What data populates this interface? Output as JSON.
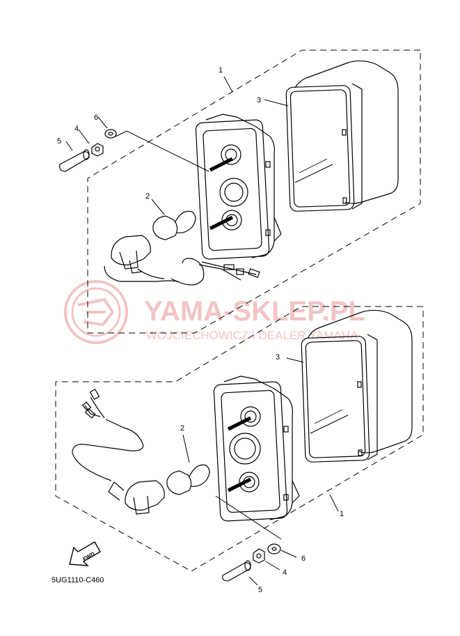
{
  "diagram": {
    "part_code": "5UG1110-C460",
    "fwd_label": "FWD",
    "callouts_upper": {
      "c1": "1",
      "c2": "2",
      "c3": "3",
      "c4": "4",
      "c5": "5",
      "c6": "6"
    },
    "callouts_lower": {
      "c1": "1",
      "c2": "2",
      "c3": "3",
      "c4": "4",
      "c5": "5",
      "c6": "6"
    }
  },
  "watermark": {
    "brand": "YAMA-SKLEP.PL",
    "dealer": "WOJCIECHOWICZ I DEALER YAMAHA",
    "color": "#f2c4c4"
  },
  "colors": {
    "line": "#000000",
    "background": "#ffffff"
  }
}
